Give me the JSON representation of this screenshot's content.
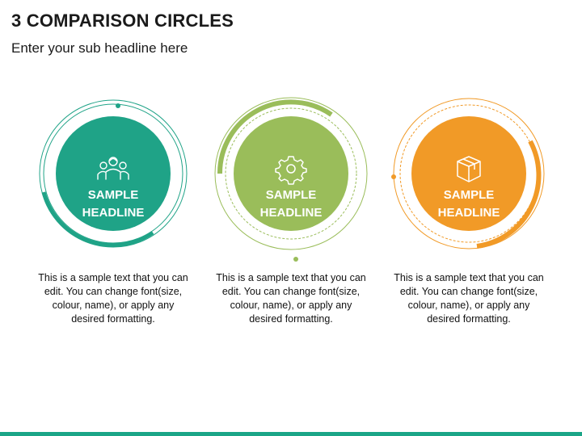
{
  "header": {
    "title": "3 COMPARISON CIRCLES",
    "subtitle": "Enter your sub headline here"
  },
  "items": [
    {
      "headline_line1": "SAMPLE",
      "headline_line2": "HEADLINE",
      "icon": "team-icon",
      "color": "#1fa387",
      "description": "This is a sample text that you can edit. You can change font(size, colour, name), or apply any desired formatting."
    },
    {
      "headline_line1": "SAMPLE",
      "headline_line2": "HEADLINE",
      "icon": "gear-icon",
      "color": "#9abd5a",
      "description": "This is a sample text that you can edit. You can change font(size, colour, name), or apply any desired formatting."
    },
    {
      "headline_line1": "SAMPLE",
      "headline_line2": "HEADLINE",
      "icon": "box-icon",
      "color": "#f19a27",
      "description": "This is a sample text that you can edit. You can change font(size, colour, name), or apply any desired formatting."
    }
  ],
  "footer": {
    "accent_color": "#1aa587"
  }
}
